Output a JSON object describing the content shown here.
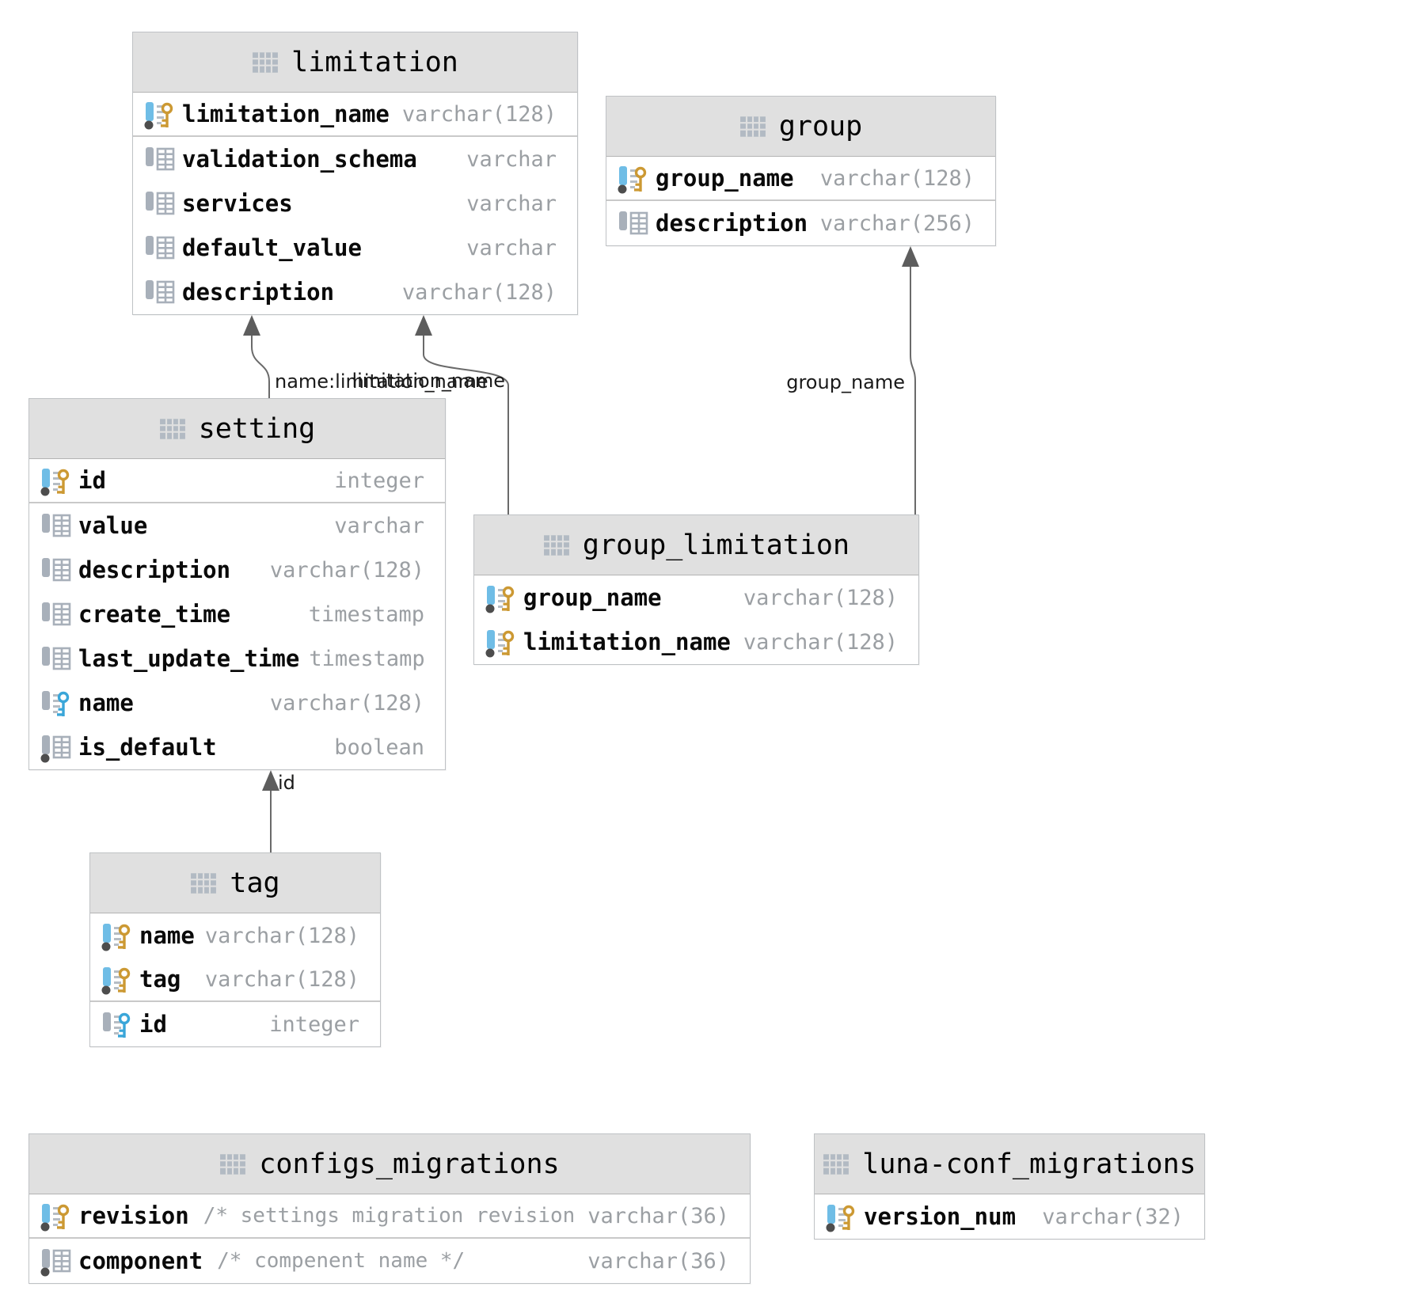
{
  "diagram": {
    "tables": [
      {
        "id": "limitation",
        "title": "limitation",
        "pk_separator_after": 0,
        "columns": [
          {
            "name": "limitation_name",
            "type": "varchar(128)",
            "icon": "primary-key"
          },
          {
            "name": "validation_schema",
            "type": "varchar",
            "icon": "column"
          },
          {
            "name": "services",
            "type": "varchar",
            "icon": "column"
          },
          {
            "name": "default_value",
            "type": "varchar",
            "icon": "column"
          },
          {
            "name": "description",
            "type": "varchar(128)",
            "icon": "column"
          }
        ]
      },
      {
        "id": "group",
        "title": "group",
        "pk_separator_after": 0,
        "columns": [
          {
            "name": "group_name",
            "type": "varchar(128)",
            "icon": "primary-key"
          },
          {
            "name": "description",
            "type": "varchar(256)",
            "icon": "column"
          }
        ]
      },
      {
        "id": "setting",
        "title": "setting",
        "pk_separator_after": 0,
        "columns": [
          {
            "name": "id",
            "type": "integer",
            "icon": "primary-key"
          },
          {
            "name": "value",
            "type": "varchar",
            "icon": "column"
          },
          {
            "name": "description",
            "type": "varchar(128)",
            "icon": "column"
          },
          {
            "name": "create_time",
            "type": "timestamp",
            "icon": "column"
          },
          {
            "name": "last_update_time",
            "type": "timestamp",
            "icon": "column"
          },
          {
            "name": "name",
            "type": "varchar(128)",
            "icon": "foreign-key"
          },
          {
            "name": "is_default",
            "type": "boolean",
            "icon": "column-not-null"
          }
        ]
      },
      {
        "id": "group_limitation",
        "title": "group_limitation",
        "pk_separator_after": -1,
        "columns": [
          {
            "name": "group_name",
            "type": "varchar(128)",
            "icon": "primary-foreign-key"
          },
          {
            "name": "limitation_name",
            "type": "varchar(128)",
            "icon": "primary-foreign-key"
          }
        ]
      },
      {
        "id": "tag",
        "title": "tag",
        "pk_separator_after": 1,
        "columns": [
          {
            "name": "name",
            "type": "varchar(128)",
            "icon": "primary-key"
          },
          {
            "name": "tag",
            "type": "varchar(128)",
            "icon": "primary-key"
          },
          {
            "name": "id",
            "type": "integer",
            "icon": "foreign-key"
          }
        ]
      },
      {
        "id": "configs_migrations",
        "title": "configs_migrations",
        "pk_separator_after": 0,
        "columns": [
          {
            "name": "revision",
            "comment": "/* settings migration revision */",
            "type": "varchar(36)",
            "icon": "primary-key"
          },
          {
            "name": "component",
            "comment": "/* compenent name */",
            "type": "varchar(36)",
            "icon": "column-not-null"
          }
        ]
      },
      {
        "id": "luna-conf_migrations",
        "title": "luna-conf_migrations",
        "pk_separator_after": -1,
        "columns": [
          {
            "name": "version_num",
            "type": "varchar(32)",
            "icon": "primary-key"
          }
        ]
      }
    ],
    "relationships": [
      {
        "from": "setting",
        "to": "limitation",
        "label": "name:limitation_name"
      },
      {
        "from": "group_limitation",
        "to": "limitation",
        "label": "limitation_name"
      },
      {
        "from": "group_limitation",
        "to": "group",
        "label": "group_name"
      },
      {
        "from": "tag",
        "to": "setting",
        "label": "id"
      }
    ]
  },
  "colors": {
    "header_bg": "#e0e0e0",
    "table_border": "#bfc2c5",
    "row_separator": "#c9c9c9",
    "name_text": "#0a0a0a",
    "type_text": "#9b9fa3",
    "icon_gray": "#a8b0ba",
    "icon_blue": "#6fbde6",
    "key_gold": "#cc9933",
    "key_blue": "#3aa6d9",
    "dot_gray": "#4d4d4d",
    "dash_gray": "#b6bdc4",
    "arrow_line": "#6a6a6a",
    "arrow_head": "#5d5d5d",
    "label_text": "#1a1a1a"
  }
}
